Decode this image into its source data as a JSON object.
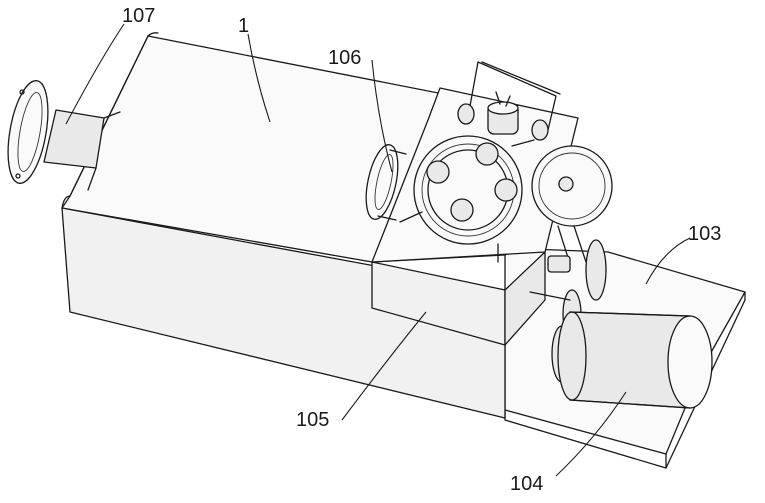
{
  "labels": {
    "l1": "1",
    "l103": "103",
    "l104": "104",
    "l105": "105",
    "l106": "106",
    "l107": "107"
  }
}
